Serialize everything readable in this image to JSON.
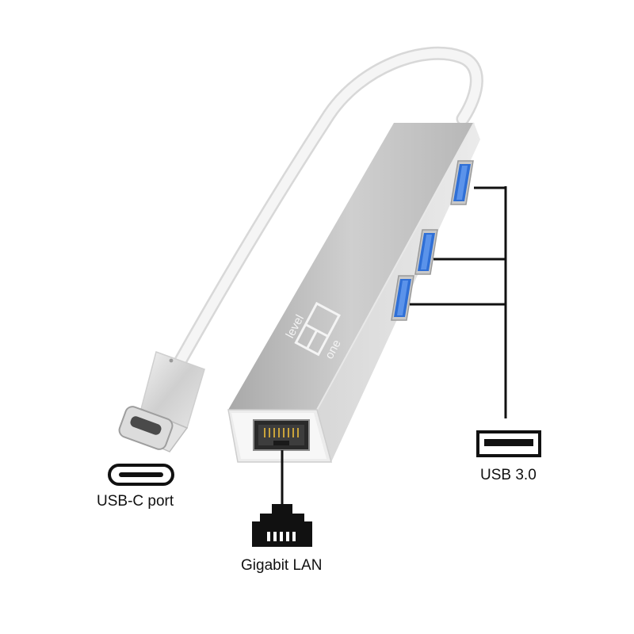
{
  "product": {
    "brand_logo_text": "level one",
    "device": "USB-C hub with Gigabit LAN"
  },
  "callouts": {
    "usbc_label": "USB-C port",
    "lan_label": "Gigabit LAN",
    "usb3_label": "USB 3.0"
  },
  "colors": {
    "background": "#ffffff",
    "aluminium": "#c9c9c9",
    "usb3_port_blue": "#2f6fd6",
    "cable_white": "#f1f1f1",
    "icon_black": "#111111"
  },
  "icons": [
    "usb-c-icon",
    "rj45-icon",
    "usb-a-icon"
  ]
}
